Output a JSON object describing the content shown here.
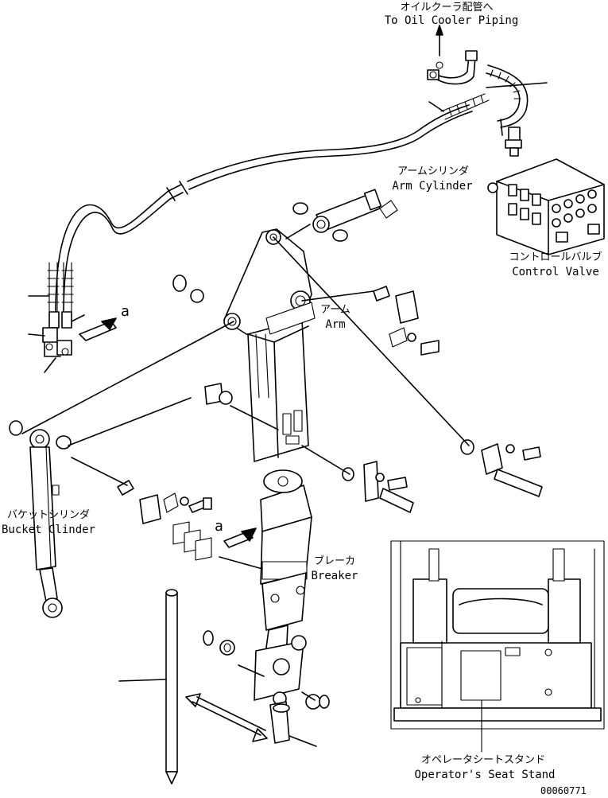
{
  "labels": {
    "oil_cooler_jp": "オイルクーラ配管へ",
    "oil_cooler_en": "To Oil Cooler Piping",
    "arm_cylinder_jp": "アームシリンダ",
    "arm_cylinder_en": "Arm Cylinder",
    "control_valve_jp": "コントロールバルブ",
    "control_valve_en": "Control Valve",
    "arm_jp": "アーム",
    "arm_en": "Arm",
    "bucket_cylinder_jp": "バケットシリンダ",
    "bucket_cylinder_en": "Bucket Clinder",
    "breaker_jp": "ブレーカ",
    "breaker_en": "Breaker",
    "seat_stand_jp": "オペレータシートスタンド",
    "seat_stand_en": "Operator's Seat Stand",
    "detail_mark_1": "a",
    "detail_mark_2": "a",
    "drawing_number": "00060771"
  }
}
